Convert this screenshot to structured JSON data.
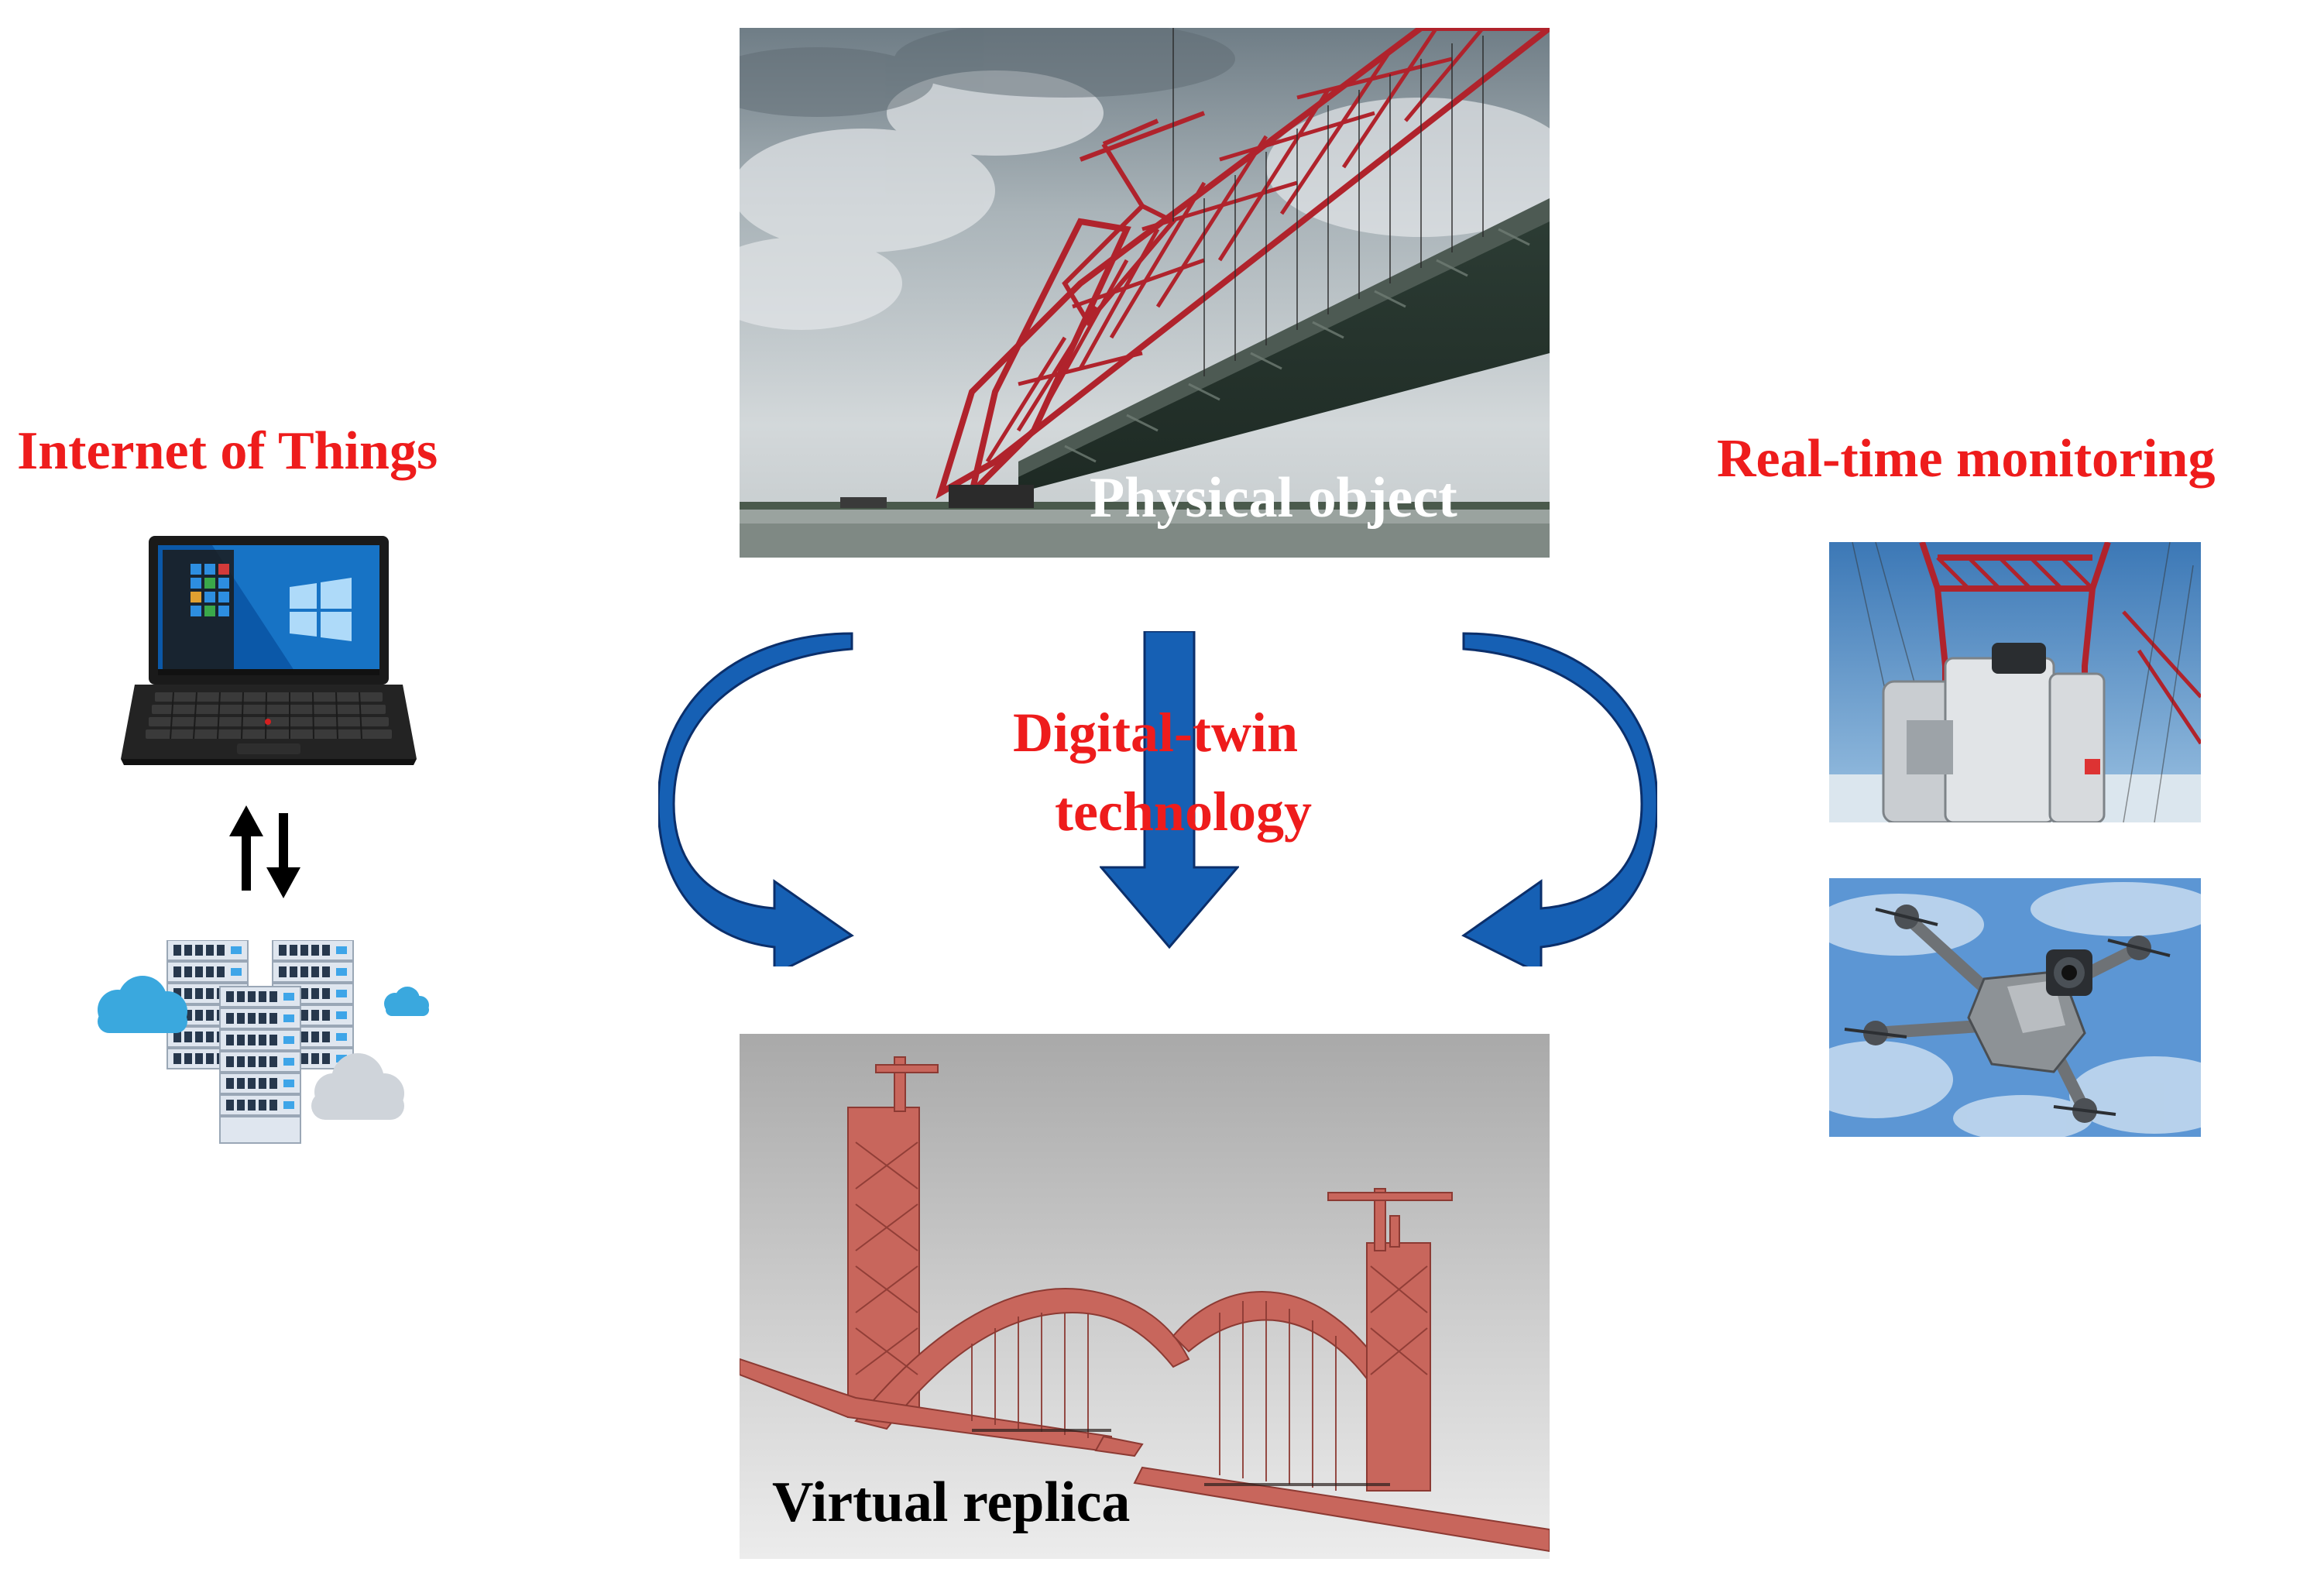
{
  "labels": {
    "iot": "Internet of Things",
    "monitoring": "Real-time monitoring",
    "twin_line1": "Digital-twin",
    "twin_line2": "technology",
    "physical": "Physical object",
    "virtual": "Virtual replica"
  },
  "colors": {
    "label_red": "#ee1c1c",
    "arrow_blue": "#1660b4",
    "arrow_outline": "#0b2f6b",
    "truss_red": "#b0232c",
    "replica_salmon": "#c8665c"
  },
  "icons": [
    "laptop-icon",
    "bidirectional-arrows-icon",
    "server-cloud-icon"
  ]
}
